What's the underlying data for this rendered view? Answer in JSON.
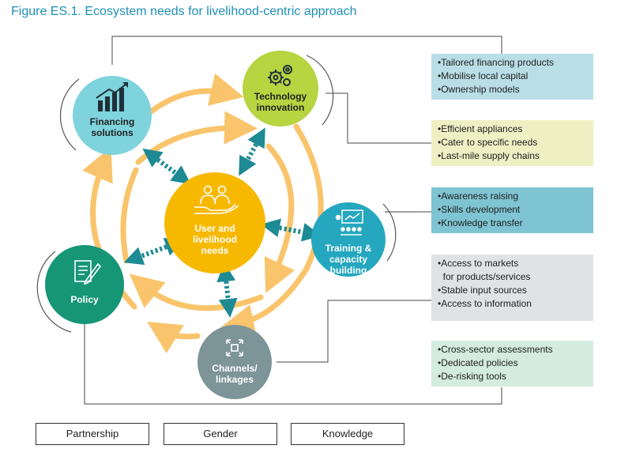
{
  "figure": {
    "title": "Figure ES.1. Ecosystem needs for livelihood-centric approach"
  },
  "nodes": {
    "center": {
      "label_line1": "User and",
      "label_line2": "livelihood",
      "label_line3": "needs",
      "icon": "people-hand-icon",
      "color": "#f7b800"
    },
    "financing": {
      "label_line1": "Financing",
      "label_line2": "solutions",
      "icon": "bar-chart-icon",
      "color": "#7fd3dd"
    },
    "technology": {
      "label_line1": "Technology",
      "label_line2": "innovation",
      "icon": "gears-icon",
      "color": "#b7d441"
    },
    "training": {
      "label_line1": "Training &",
      "label_line2": "capacity",
      "label_line3": "building",
      "icon": "presentation-icon",
      "color": "#25a7bf"
    },
    "channels": {
      "label_line1": "Channels/",
      "label_line2": "linkages",
      "icon": "arrows-expand-icon",
      "color": "#7d9499"
    },
    "policy": {
      "label": "Policy",
      "icon": "document-pen-icon",
      "color": "#169577"
    }
  },
  "boxes": [
    {
      "id": "financing",
      "color": "#b9dee5",
      "items": [
        "•Tailored financing products",
        "•Mobilise local capital",
        "•Ownership models"
      ]
    },
    {
      "id": "technology",
      "color": "#eef0c4",
      "items": [
        "•Efficient appliances",
        "•Cater to specific needs",
        "•Last-mile supply chains"
      ]
    },
    {
      "id": "training",
      "color": "#7fc4d2",
      "items": [
        "•Awareness raising",
        "•Skills development",
        "•Knowledge transfer"
      ]
    },
    {
      "id": "channels",
      "color": "#dfe3e4",
      "items": [
        "•Access to markets",
        "  for products/services",
        "•Stable input sources",
        "•Access to information"
      ]
    },
    {
      "id": "policy",
      "color": "#d3ecdd",
      "items": [
        "•Cross-sector assessments",
        "•Dedicated policies",
        "•De-risking tools"
      ]
    }
  ],
  "themes": [
    "Partnership",
    "Gender",
    "Knowledge"
  ],
  "colors": {
    "title": "#1f8fb4",
    "ring_arrows": "#f9c46b",
    "dotted_arrows": "#1d8a94",
    "connector": "#444444"
  }
}
